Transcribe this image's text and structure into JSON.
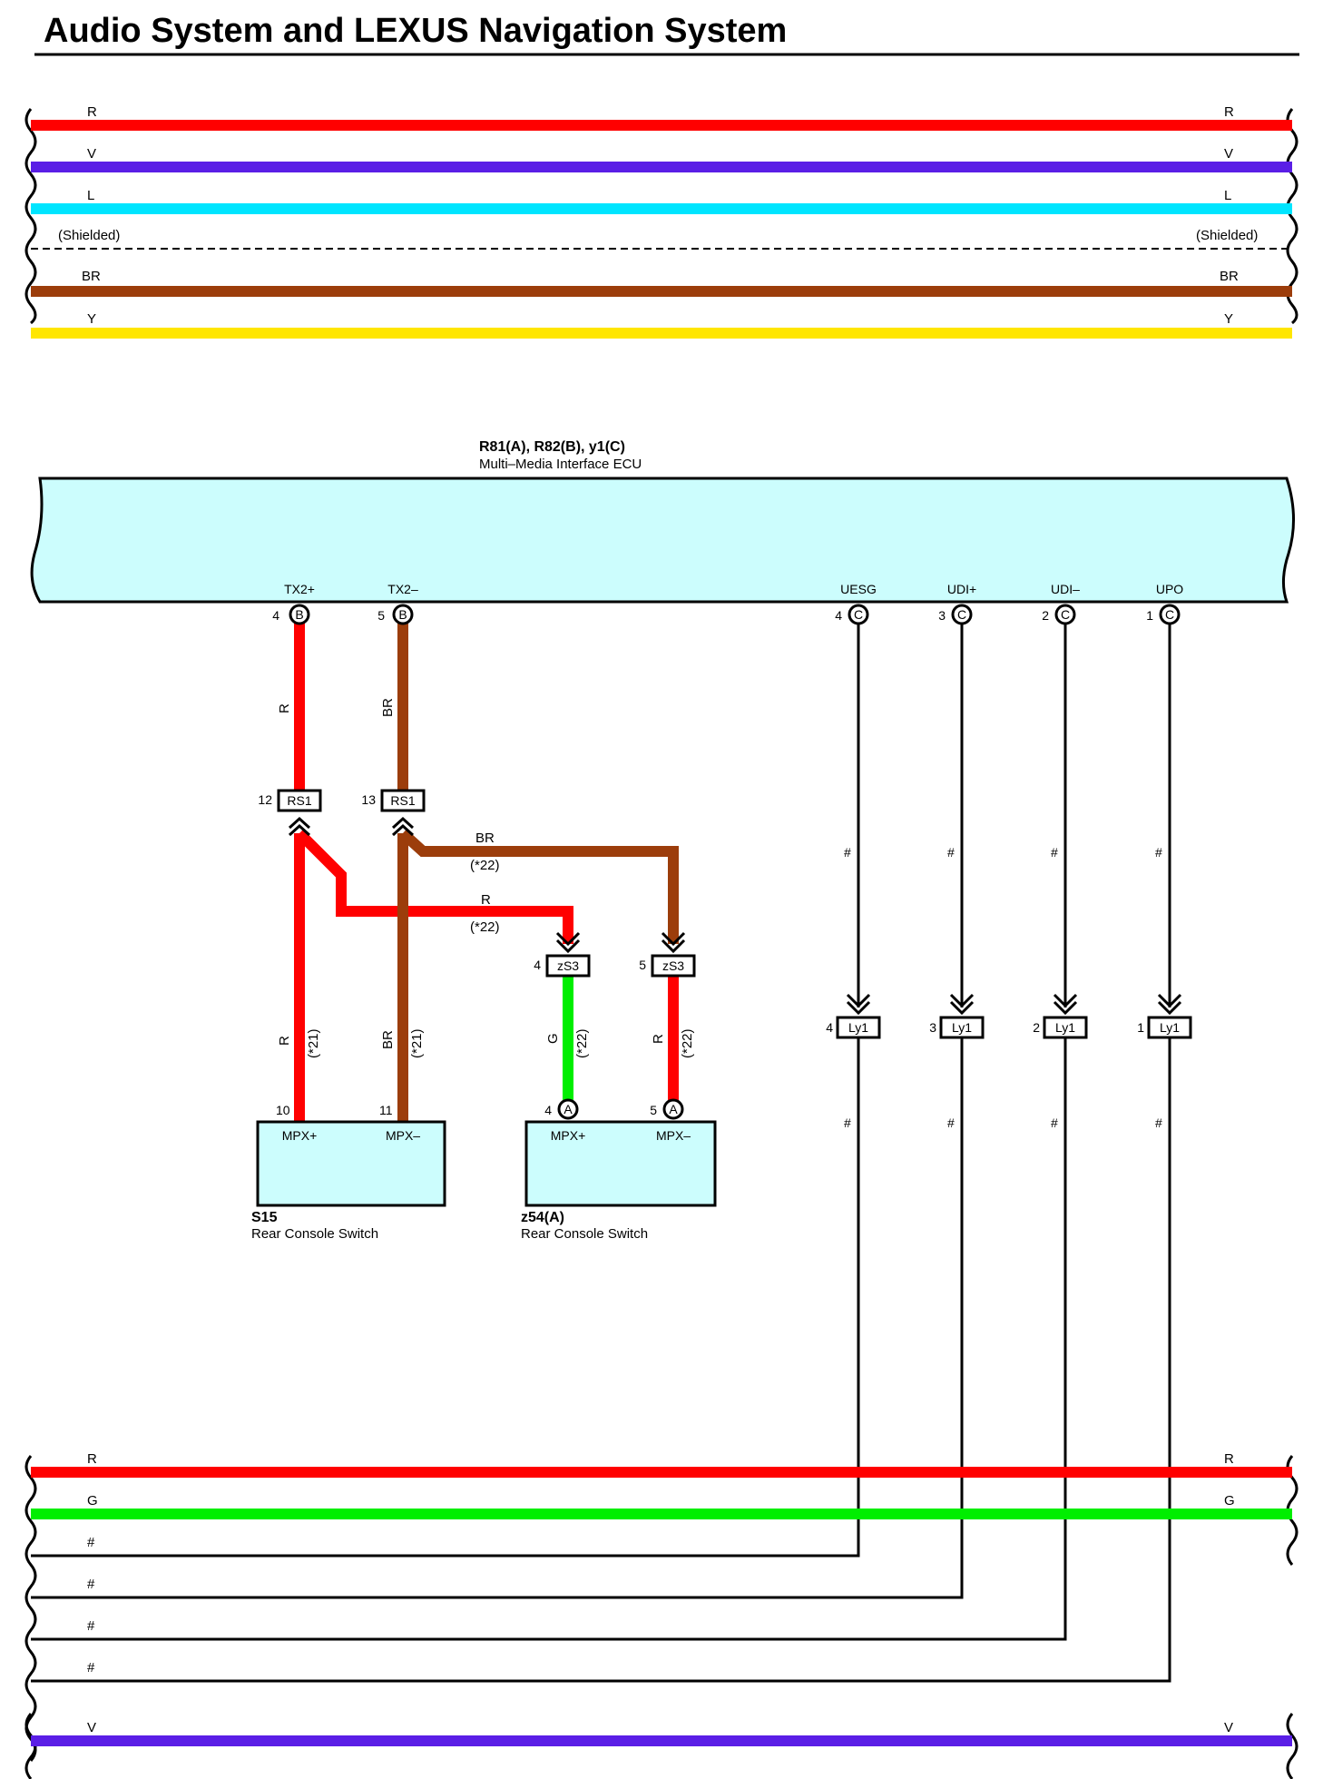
{
  "title": "Audio System and LEXUS Navigation System",
  "colors": {
    "R": "#ff0000",
    "V": "#5a1ee6",
    "L": "#00e5ff",
    "BR": "#9c3d0b",
    "Y": "#ffe600",
    "G": "#00ee00",
    "component_fill": "#ccfdfd",
    "black": "#000000"
  },
  "top_bus": {
    "wires": [
      {
        "left": "R",
        "right": "R"
      },
      {
        "left": "V",
        "right": "V"
      },
      {
        "left": "L",
        "right": "L"
      },
      {
        "left": "BR",
        "right": "BR"
      },
      {
        "left": "Y",
        "right": "Y"
      }
    ],
    "shield_left": "(Shielded)",
    "shield_right": "(Shielded)"
  },
  "ecu": {
    "id": "R81(A), R82(B), y1(C)",
    "name": "Multi–Media Interface ECU",
    "terminals": [
      {
        "name": "TX2+",
        "pin": "4",
        "conn": "B"
      },
      {
        "name": "TX2–",
        "pin": "5",
        "conn": "B"
      },
      {
        "name": "UESG",
        "pin": "4",
        "conn": "C"
      },
      {
        "name": "UDI+",
        "pin": "3",
        "conn": "C"
      },
      {
        "name": "UDI–",
        "pin": "2",
        "conn": "C"
      },
      {
        "name": "UPO",
        "pin": "1",
        "conn": "C"
      }
    ]
  },
  "junctions": {
    "rs1": [
      {
        "pin": "12",
        "code": "RS1"
      },
      {
        "pin": "13",
        "code": "RS1"
      }
    ],
    "zs3": [
      {
        "pin": "4",
        "code": "zS3"
      },
      {
        "pin": "5",
        "code": "zS3"
      }
    ],
    "ly1": [
      {
        "pin": "4",
        "code": "Ly1"
      },
      {
        "pin": "3",
        "code": "Ly1"
      },
      {
        "pin": "2",
        "code": "Ly1"
      },
      {
        "pin": "1",
        "code": "Ly1"
      }
    ]
  },
  "wire_labels": {
    "r": "R",
    "br": "BR",
    "g": "G",
    "hash": "#",
    "note21": "(*21)",
    "note22": "(*22)"
  },
  "switch_s15": {
    "id": "S15",
    "name": "Rear Console Switch",
    "pin_plus": "10",
    "pin_minus": "11",
    "term_plus": "MPX+",
    "term_minus": "MPX–"
  },
  "switch_z54": {
    "id": "z54(A)",
    "name": "Rear Console Switch",
    "pin_plus": "4",
    "pin_minus": "5",
    "conn": "A",
    "term_plus": "MPX+",
    "term_minus": "MPX–"
  },
  "bottom_bus": {
    "wires": [
      {
        "left": "R",
        "right": "R"
      },
      {
        "left": "G",
        "right": "G"
      },
      {
        "left": "#",
        "right": ""
      },
      {
        "left": "#",
        "right": ""
      },
      {
        "left": "#",
        "right": ""
      },
      {
        "left": "#",
        "right": ""
      },
      {
        "left": "V",
        "right": "V"
      }
    ]
  }
}
